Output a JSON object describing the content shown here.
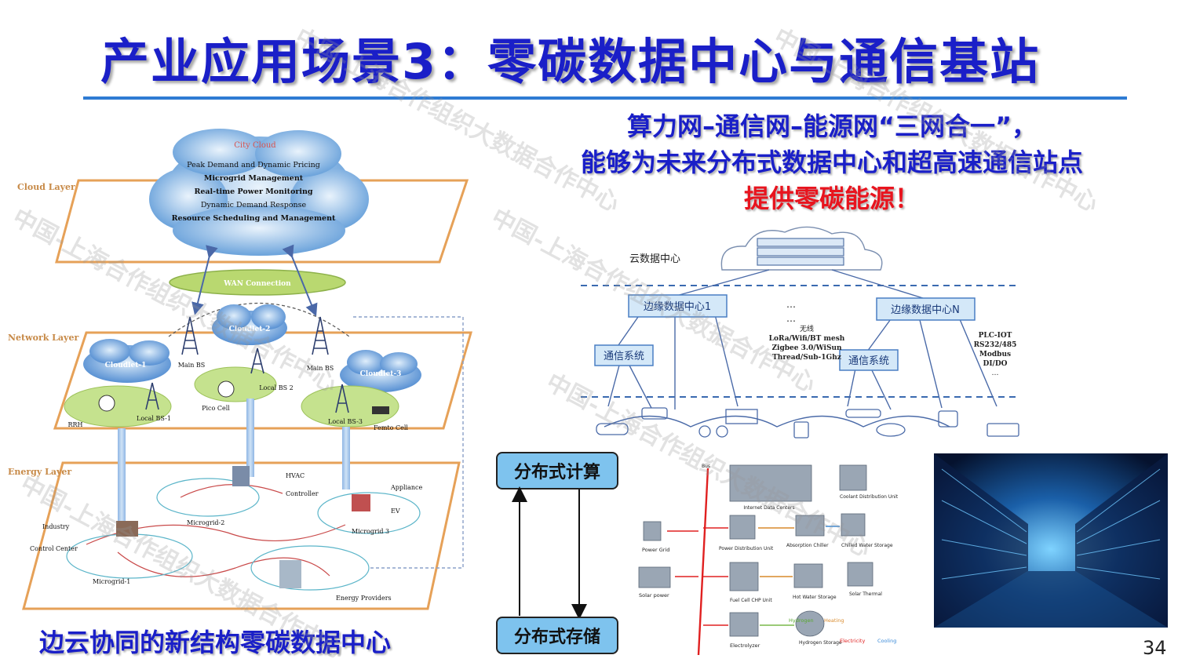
{
  "slide": {
    "title": "产业应用场景3：零碳数据中心与通信基站",
    "page_number": "34",
    "caption_bottom": "边云协同的新结构零碳数据中心",
    "slogan": {
      "line1": "算力网–通信网–能源网“三网合一”，",
      "line2": "能够为未来分布式数据中心和超高速通信站点",
      "line3": "提供零碳能源！"
    },
    "watermark": "中国-上海合作组织大数据合作中心",
    "colors": {
      "title": "#1a1fc8",
      "accent_red": "#e8141e",
      "rule": "#2e7bd3",
      "box": "#7ec3ee"
    }
  },
  "left_diagram": {
    "layers": {
      "cloud": "Cloud Layer",
      "network": "Network Layer",
      "energy": "Energy Layer"
    },
    "city_cloud": {
      "title": "City Cloud",
      "items": [
        "Peak Demand and Dynamic Pricing",
        "Microgrid Management",
        "Real-time Power Monitoring",
        "Dynamic Demand Response",
        "Resource Scheduling and Management"
      ]
    },
    "wan": "WAN Connection",
    "cloudlets": [
      "Cloudlet-1",
      "Cloudlet-2",
      "Cloudlet-3"
    ],
    "network_nodes": {
      "main_bs_left": "Main BS",
      "main_bs_right": "Main BS",
      "local_bs1": "Local BS-1",
      "local_bs2": "Local BS 2",
      "local_bs3": "Local BS-3",
      "rrh": "RRH",
      "pico": "Pico Cell",
      "femto": "Femto Cell"
    },
    "energy_nodes": {
      "hvac": "HVAC",
      "controller": "Controller",
      "appliance": "Appliance",
      "ev": "EV",
      "industry": "Industry",
      "control_center": "Control Center",
      "microgrid1": "Microgrid-1",
      "microgrid2": "Microgrid-2",
      "microgrid3": "Microgrid 3",
      "energy_providers": "Energy Providers"
    }
  },
  "network_diagram": {
    "cloud_dc": "云数据中心",
    "edge1": "边缘数据中心1",
    "edgeN": "边缘数据中心N",
    "comm1": "通信系统",
    "comm2": "通信系统",
    "dots": "…",
    "wireless": [
      "无线",
      "LoRa/Wifi/BT mesh",
      "Zigbee 3.0/WiSun",
      "Thread/Sub-1Ghz"
    ],
    "wired": [
      "PLC-IOT",
      "RS232/485",
      "Modbus",
      "DI/DO",
      "…"
    ]
  },
  "compute_boxes": {
    "compute": "分布式计算",
    "storage": "分布式存储"
  },
  "energy_diagram": {
    "bus": "Bus",
    "idc": "Internet Data Centers",
    "cdu": "Coolant Distribution Unit",
    "power_grid": "Power Grid",
    "pdu": "Power Distribution Unit",
    "absorption": "Absorption Chiller",
    "chilled_water": "Chilled Water Storage",
    "solar_power": "Solar power",
    "fuel_cell": "Fuel Cell CHP Unit",
    "hot_water": "Hot Water Storage",
    "solar_thermal": "Solar Thermal",
    "electrolyzer": "Electrolyzer",
    "hydrogen_storage": "Hydrogen Storage",
    "legend": {
      "hydrogen": "Hydrogen",
      "heating": "Heating",
      "electricity": "Electricity",
      "cooling": "Cooling"
    }
  }
}
